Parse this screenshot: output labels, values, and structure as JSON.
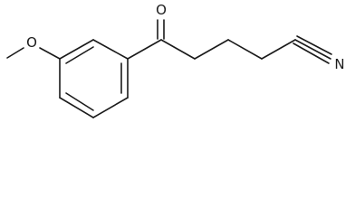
{
  "structure": {
    "atoms": {
      "carbonyl_oxygen": "O",
      "ether_oxygen": "O",
      "nitrile_nitrogen": "N"
    },
    "colors": {
      "line": "#1a1a1a",
      "background": "#ffffff"
    }
  }
}
